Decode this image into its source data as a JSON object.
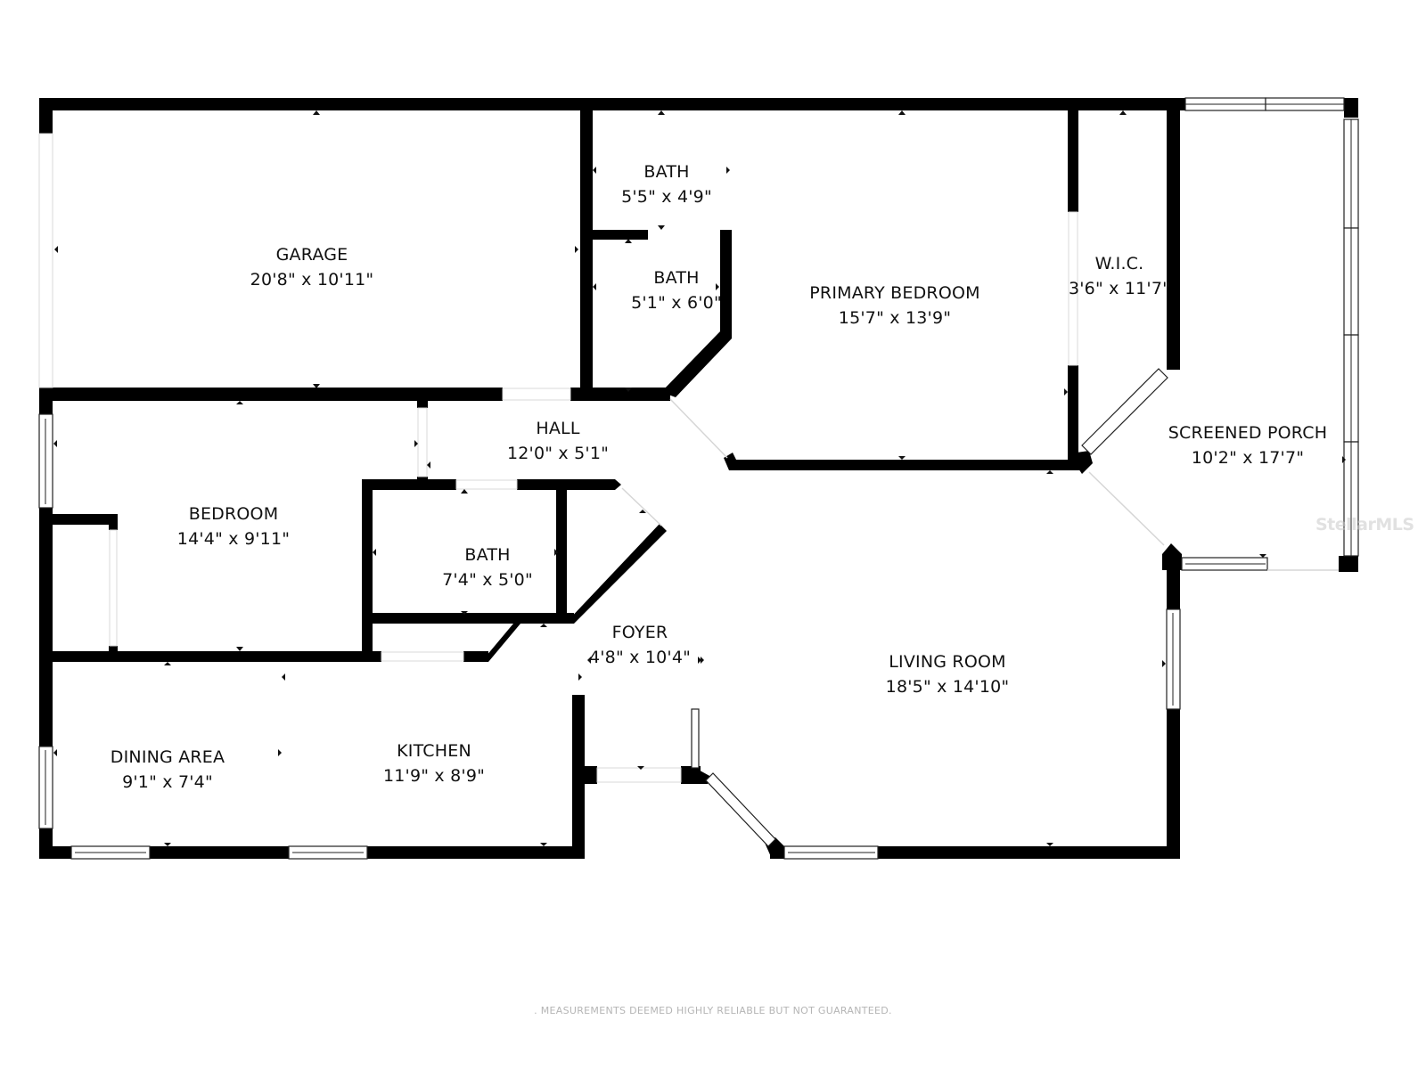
{
  "floorplan": {
    "rooms": [
      {
        "id": "garage",
        "name": "GARAGE",
        "dims": "20'8\" x 10'11\""
      },
      {
        "id": "bath-upper",
        "name": "BATH",
        "dims": "5'5\" x 4'9\""
      },
      {
        "id": "bath-primary",
        "name": "BATH",
        "dims": "5'1\" x 6'0\""
      },
      {
        "id": "primary-bedroom",
        "name": "PRIMARY BEDROOM",
        "dims": "15'7\" x 13'9\""
      },
      {
        "id": "wic",
        "name": "W.I.C.",
        "dims": "3'6\" x 11'7\""
      },
      {
        "id": "screened-porch",
        "name": "SCREENED PORCH",
        "dims": "10'2\" x 17'7\""
      },
      {
        "id": "hall",
        "name": "HALL",
        "dims": "12'0\" x 5'1\""
      },
      {
        "id": "bedroom",
        "name": "BEDROOM",
        "dims": "14'4\" x 9'11\""
      },
      {
        "id": "bath-hall",
        "name": "BATH",
        "dims": "7'4\" x 5'0\""
      },
      {
        "id": "foyer",
        "name": "FOYER",
        "dims": "4'8\" x 10'4\""
      },
      {
        "id": "living-room",
        "name": "LIVING ROOM",
        "dims": "18'5\" x 14'10\""
      },
      {
        "id": "dining-area",
        "name": "DINING AREA",
        "dims": "9'1\" x 7'4\""
      },
      {
        "id": "kitchen",
        "name": "KITCHEN",
        "dims": "11'9\" x 8'9\""
      }
    ],
    "footnote": ". MEASUREMENTS DEEMED HIGHLY RELIABLE BUT NOT GUARANTEED.",
    "watermark": "StellarMLS",
    "colors": {
      "wall": "#000000",
      "background": "#ffffff",
      "footnote": "#b5b5b5"
    }
  }
}
